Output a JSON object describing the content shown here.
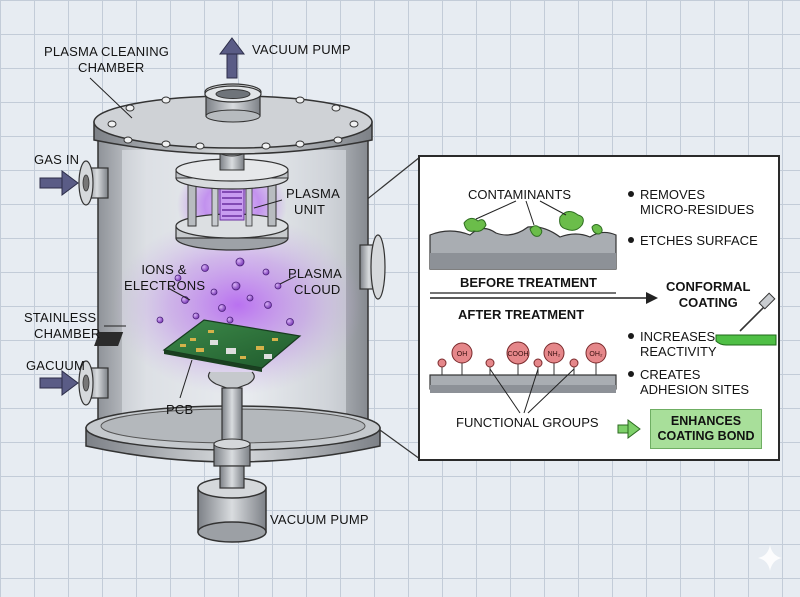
{
  "labels": {
    "chamber_line1": "PLASMA CLEANING",
    "chamber_line2": "CHAMBER",
    "vacuum_pump_top": "VACUUM PUMP",
    "gas_in": "GAS IN",
    "plasma_unit_line1": "PLASMA",
    "plasma_unit_line2": "UNIT",
    "ions_line1": "IONS &",
    "ions_line2": "ELECTRONS",
    "plasma_cloud_line1": "PLASMA",
    "plasma_cloud_line2": "CLOUD",
    "stainless_line1": "STAINLESS",
    "stainless_line2": "CHAMBER",
    "gacuum": "GACUUM",
    "pcb": "PCB",
    "vacuum_pump_bottom": "VACUUM PUMP"
  },
  "panel": {
    "contaminants": "CONTAMINANTS",
    "before_treatment": "BEFORE TREATMENT",
    "after_treatment": "AFTER TREATMENT",
    "functional_groups": "FUNCTIONAL GROUPS",
    "conformal_line1": "CONFORMAL",
    "conformal_line2": "COATING",
    "bullets_before": [
      {
        "line1": "REMOVES",
        "line2": "MICRO-RESIDUES"
      },
      {
        "line1": "ETCHES SURFACE",
        "line2": ""
      }
    ],
    "bullets_after": [
      {
        "line1": "INCREASES",
        "line2": "REACTIVITY"
      },
      {
        "line1": "CREATES",
        "line2": "ADHESION SITES"
      }
    ],
    "enhance_line1": "ENHANCES",
    "enhance_line2": "COATING BOND",
    "groups": [
      "OH",
      "COOH",
      "NH₂",
      "OH₂"
    ]
  },
  "colors": {
    "steel": "#c9ccd0",
    "plasma": "#a35ee0",
    "arrow": "#5a5c86",
    "contaminant": "#6bbd4a",
    "group": "#e5878a",
    "coating": "#4fbf45",
    "highlight": "#a8df9a"
  }
}
